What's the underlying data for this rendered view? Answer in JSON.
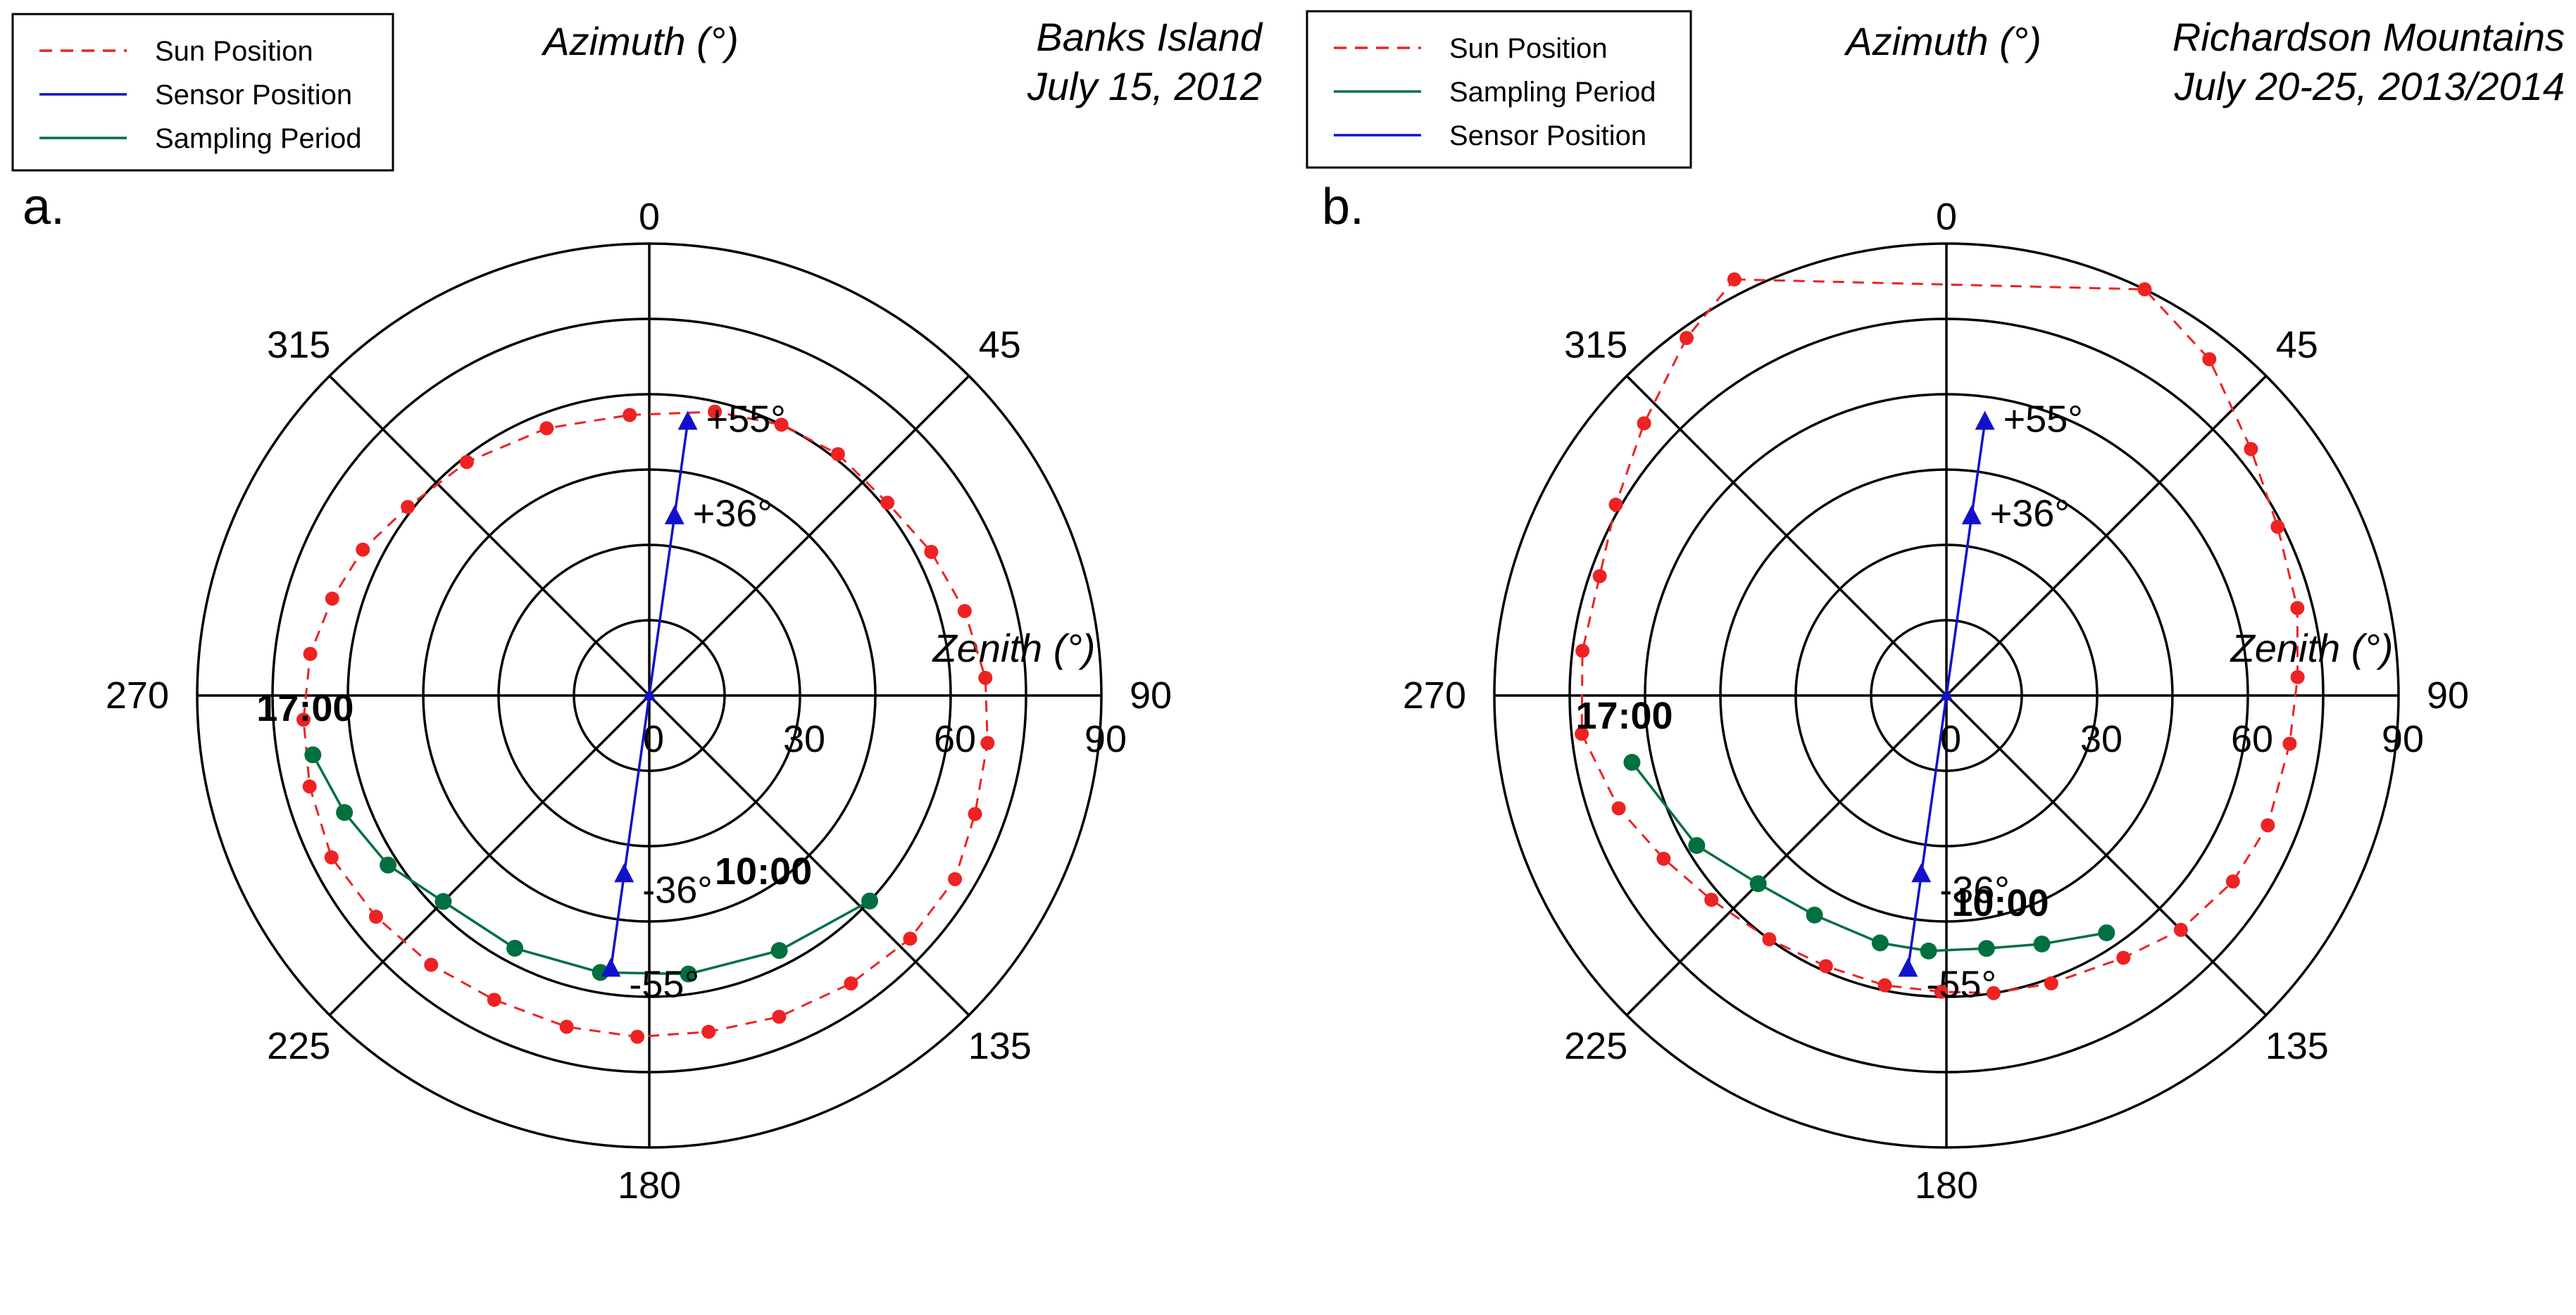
{
  "chart_data": [
    {
      "type": "scatter",
      "polar": true,
      "panel_label": "a.",
      "title_lines": [
        "Banks Island",
        "July 15, 2012"
      ],
      "axis_label_azimuth": "Azimuth (°)",
      "axis_label_zenith": "Zenith (°)",
      "azimuth_ticks": [
        "0",
        "45",
        "90",
        "135",
        "180",
        "225",
        "270",
        "315"
      ],
      "zenith_ticks": [
        "0",
        "30",
        "60",
        "90"
      ],
      "zenith_range": [
        0,
        90
      ],
      "grid": true,
      "legend_position": "top-left",
      "legend": [
        {
          "name": "Sun Position",
          "style": "dashed",
          "color": "#ee2222"
        },
        {
          "name": "Sensor Position",
          "style": "solid",
          "color": "#1111cc"
        },
        {
          "name": "Sampling Period",
          "style": "solid",
          "color": "#007040"
        }
      ],
      "series": [
        {
          "name": "Sun Position",
          "color": "#ee2222",
          "style": "dashed",
          "marker": "circle",
          "points": [
            {
              "az": 356,
              "zen": 56
            },
            {
              "az": 13,
              "zen": 58
            },
            {
              "az": 26,
              "zen": 60
            },
            {
              "az": 38,
              "zen": 61
            },
            {
              "az": 51,
              "zen": 61
            },
            {
              "az": 63,
              "zen": 63
            },
            {
              "az": 75,
              "zen": 65
            },
            {
              "az": 87,
              "zen": 67
            },
            {
              "az": 98,
              "zen": 68
            },
            {
              "az": 110,
              "zen": 69
            },
            {
              "az": 121,
              "zen": 71
            },
            {
              "az": 133,
              "zen": 71
            },
            {
              "az": 145,
              "zen": 70
            },
            {
              "az": 158,
              "zen": 69
            },
            {
              "az": 170,
              "zen": 68
            },
            {
              "az": 182,
              "zen": 68
            },
            {
              "az": 194,
              "zen": 68
            },
            {
              "az": 207,
              "zen": 68
            },
            {
              "az": 219,
              "zen": 69
            },
            {
              "az": 231,
              "zen": 70
            },
            {
              "az": 243,
              "zen": 71
            },
            {
              "az": 255,
              "zen": 70
            },
            {
              "az": 266,
              "zen": 69
            },
            {
              "az": 277,
              "zen": 68
            },
            {
              "az": 287,
              "zen": 66
            },
            {
              "az": 297,
              "zen": 64
            },
            {
              "az": 308,
              "zen": 61
            },
            {
              "az": 322,
              "zen": 59
            },
            {
              "az": 339,
              "zen": 57
            },
            {
              "az": 356,
              "zen": 56
            }
          ]
        },
        {
          "name": "Sampling Period",
          "color": "#007040",
          "style": "solid",
          "marker": "circle",
          "points": [
            {
              "az": 133,
              "zen": 60
            },
            {
              "az": 153,
              "zen": 57
            },
            {
              "az": 172,
              "zen": 56
            },
            {
              "az": 190,
              "zen": 56
            },
            {
              "az": 208,
              "zen": 57
            },
            {
              "az": 225,
              "zen": 58
            },
            {
              "az": 237,
              "zen": 62
            },
            {
              "az": 249,
              "zen": 65
            },
            {
              "az": 260,
              "zen": 68
            }
          ]
        },
        {
          "name": "Sensor Position",
          "color": "#1111cc",
          "style": "solid",
          "marker": "triangle",
          "points": [
            {
              "az": 8,
              "zen": 55
            },
            {
              "az": 8,
              "zen": 36
            },
            {
              "az": 0,
              "zen": 0
            },
            {
              "az": 188,
              "zen": 36
            },
            {
              "az": 188,
              "zen": 55
            }
          ]
        }
      ],
      "annotations": {
        "sensor_labels": [
          {
            "text": "+55°",
            "az": 8,
            "zen": 55
          },
          {
            "text": "+36°",
            "az": 8,
            "zen": 36
          },
          {
            "text": "-36°",
            "az": 188,
            "zen": 36
          },
          {
            "text": "-55°",
            "az": 188,
            "zen": 55
          }
        ],
        "time_labels": [
          {
            "text": "17:00",
            "az": 260,
            "zen": 68
          },
          {
            "text": "10:00",
            "az": 133,
            "zen": 60
          }
        ]
      }
    },
    {
      "type": "scatter",
      "polar": true,
      "panel_label": "b.",
      "title_lines": [
        "Richardson Mountains",
        "July 20-25, 2013/2014"
      ],
      "axis_label_azimuth": "Azimuth (°)",
      "axis_label_zenith": "Zenith (°)",
      "azimuth_ticks": [
        "0",
        "45",
        "90",
        "135",
        "180",
        "225",
        "270",
        "315"
      ],
      "zenith_ticks": [
        "0",
        "30",
        "60",
        "90"
      ],
      "zenith_range": [
        0,
        90
      ],
      "grid": true,
      "legend_position": "top-left",
      "legend": [
        {
          "name": "Sun Position",
          "style": "dashed",
          "color": "#ee2222"
        },
        {
          "name": "Sampling Period",
          "style": "solid",
          "color": "#007040"
        },
        {
          "name": "Sensor Position",
          "style": "solid",
          "color": "#1111cc"
        }
      ],
      "series": [
        {
          "name": "Sun Position",
          "color": "#ee2222",
          "style": "dashed",
          "marker": "circle",
          "points": [
            {
              "az": 333,
              "zen": 93
            },
            {
              "az": 26,
              "zen": 90
            },
            {
              "az": 38,
              "zen": 85
            },
            {
              "az": 51,
              "zen": 78
            },
            {
              "az": 63,
              "zen": 74
            },
            {
              "az": 76,
              "zen": 72
            },
            {
              "az": 87,
              "zen": 70
            },
            {
              "az": 98,
              "zen": 69
            },
            {
              "az": 112,
              "zen": 69
            },
            {
              "az": 123,
              "zen": 68
            },
            {
              "az": 135,
              "zen": 66
            },
            {
              "az": 146,
              "zen": 63
            },
            {
              "az": 160,
              "zen": 61
            },
            {
              "az": 171,
              "zen": 60
            },
            {
              "az": 181,
              "zen": 59
            },
            {
              "az": 192,
              "zen": 59
            },
            {
              "az": 204,
              "zen": 59
            },
            {
              "az": 216,
              "zen": 60
            },
            {
              "az": 229,
              "zen": 62
            },
            {
              "az": 240,
              "zen": 65
            },
            {
              "az": 251,
              "zen": 69
            },
            {
              "az": 264,
              "zen": 73
            },
            {
              "az": 277,
              "zen": 73
            },
            {
              "az": 289,
              "zen": 73
            },
            {
              "az": 300,
              "zen": 76
            },
            {
              "az": 312,
              "zen": 81
            },
            {
              "az": 324,
              "zen": 88
            },
            {
              "az": 333,
              "zen": 93
            }
          ]
        },
        {
          "name": "Sampling Period",
          "color": "#007040",
          "style": "solid",
          "marker": "circle",
          "points": [
            {
              "az": 146,
              "zen": 57
            },
            {
              "az": 159,
              "zen": 53
            },
            {
              "az": 171,
              "zen": 51
            },
            {
              "az": 184,
              "zen": 51
            },
            {
              "az": 195,
              "zen": 51
            },
            {
              "az": 211,
              "zen": 51
            },
            {
              "az": 225,
              "zen": 53
            },
            {
              "az": 239,
              "zen": 58
            },
            {
              "az": 258,
              "zen": 64
            }
          ]
        },
        {
          "name": "Sensor Position",
          "color": "#1111cc",
          "style": "solid",
          "marker": "triangle",
          "points": [
            {
              "az": 8,
              "zen": 55
            },
            {
              "az": 8,
              "zen": 36
            },
            {
              "az": 0,
              "zen": 0
            },
            {
              "az": 188,
              "zen": 36
            },
            {
              "az": 188,
              "zen": 55
            }
          ]
        }
      ],
      "annotations": {
        "sensor_labels": [
          {
            "text": "+55°",
            "az": 8,
            "zen": 55
          },
          {
            "text": "+36°",
            "az": 8,
            "zen": 36
          },
          {
            "text": "-36°",
            "az": 188,
            "zen": 36
          },
          {
            "text": "-55°",
            "az": 188,
            "zen": 55
          }
        ],
        "time_labels": [
          {
            "text": "17:00",
            "az": 258,
            "zen": 64
          },
          {
            "text": "10:00",
            "az": 146,
            "zen": 57
          }
        ]
      }
    }
  ]
}
